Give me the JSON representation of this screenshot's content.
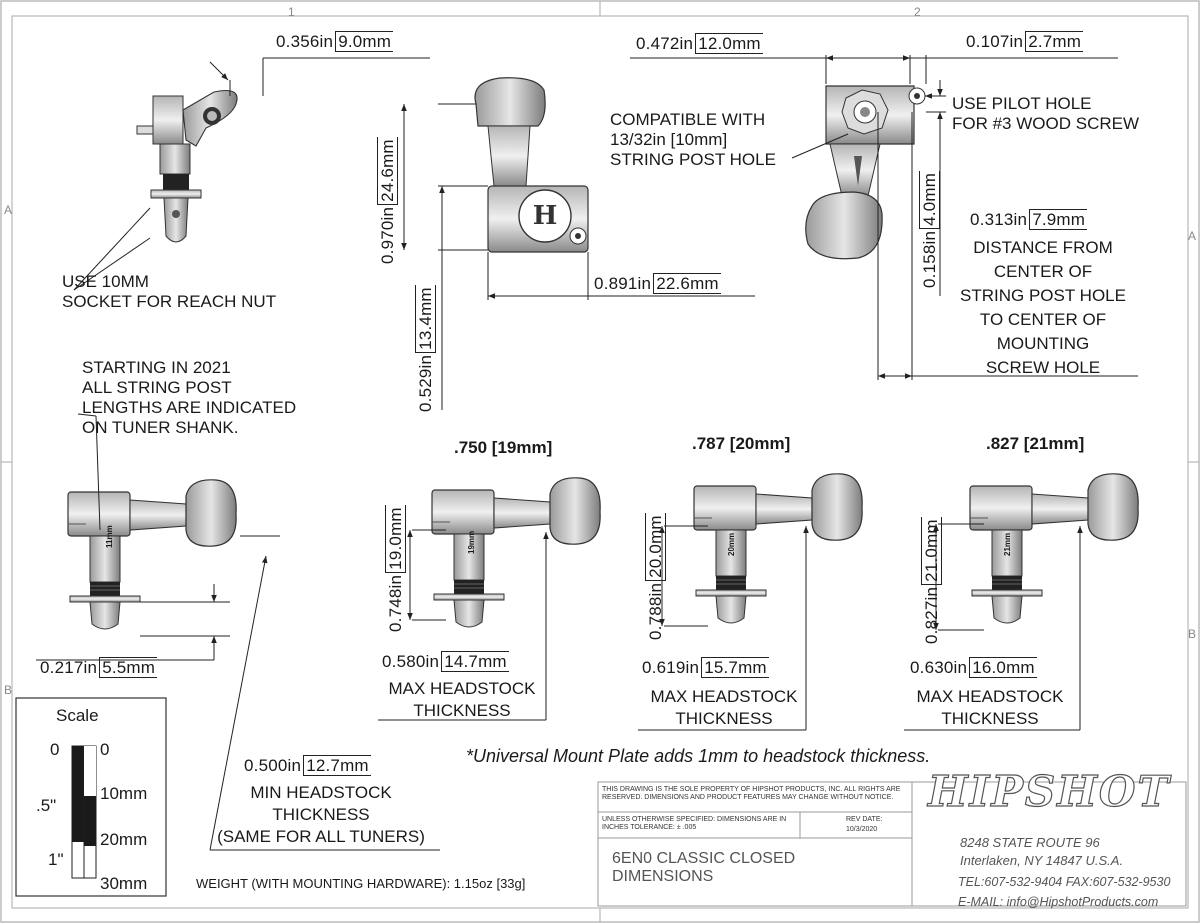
{
  "border_marks": {
    "top": [
      "1",
      "2"
    ],
    "side": [
      "A",
      "B"
    ]
  },
  "top_view": {
    "dim_width": {
      "imperial": "0.356in",
      "metric": "9.0mm"
    },
    "note": [
      "USE 10MM",
      "SOCKET FOR REACH NUT"
    ]
  },
  "side_view": {
    "dim_height": {
      "imperial": "0.970in",
      "metric": "24.6mm"
    },
    "dim_post": {
      "imperial": "0.529in",
      "metric": "13.4mm"
    },
    "dim_length": {
      "imperial": "0.891in",
      "metric": "22.6mm"
    }
  },
  "end_view": {
    "dim_width": {
      "imperial": "0.472in",
      "metric": "12.0mm"
    },
    "dim_pilot": {
      "imperial": "0.107in",
      "metric": "2.7mm"
    },
    "pilot_note": [
      "USE PILOT HOLE",
      "FOR #3 WOOD SCREW"
    ],
    "compat_note": [
      "COMPATIBLE WITH",
      "13/32in [10mm]",
      "STRING POST HOLE"
    ],
    "dim_vertical": {
      "imperial": "0.158in",
      "metric": "4.0mm"
    },
    "dim_distance": {
      "imperial": "0.313in",
      "metric": "7.9mm"
    },
    "distance_note": [
      "DISTANCE FROM",
      "CENTER OF",
      "STRING POST HOLE",
      "TO CENTER OF",
      "MOUNTING",
      "SCREW HOLE"
    ]
  },
  "shank_note": [
    "STARTING IN 2021",
    "ALL STRING POST",
    "LENGTHS ARE INDICATED",
    "ON TUNER SHANK."
  ],
  "first_tuner": {
    "dim_bottom": {
      "imperial": "0.217in",
      "metric": "5.5mm"
    },
    "min_dim": {
      "imperial": "0.500in",
      "metric": "12.7mm"
    },
    "min_note": [
      "MIN HEADSTOCK",
      "THICKNESS",
      "(SAME FOR ALL TUNERS)"
    ],
    "shank_mark": "11mm"
  },
  "tuners": [
    {
      "title": ".750 [19mm]",
      "post": {
        "imperial": "0.748in",
        "metric": "19.0mm"
      },
      "max": {
        "imperial": "0.580in",
        "metric": "14.7mm"
      },
      "label": [
        "MAX HEADSTOCK",
        "THICKNESS"
      ],
      "shank_mark": "19mm"
    },
    {
      "title": ".787 [20mm]",
      "post": {
        "imperial": "0.788in",
        "metric": "20.0mm"
      },
      "max": {
        "imperial": "0.619in",
        "metric": "15.7mm"
      },
      "label": [
        "MAX HEADSTOCK",
        "THICKNESS"
      ],
      "shank_mark": "20mm"
    },
    {
      "title": ".827 [21mm]",
      "post": {
        "imperial": "0.827in",
        "metric": "21.0mm"
      },
      "max": {
        "imperial": "0.630in",
        "metric": "16.0mm"
      },
      "label": [
        "MAX HEADSTOCK",
        "THICKNESS"
      ],
      "shank_mark": "21mm"
    }
  ],
  "plate_note": "*Universal Mount Plate adds 1mm to headstock thickness.",
  "scale": {
    "title": "Scale",
    "left": [
      "0",
      ".5\"",
      "1\""
    ],
    "right": [
      "0",
      "10mm",
      "20mm",
      "30mm"
    ]
  },
  "weight": "WEIGHT (WITH MOUNTING HARDWARE): 1.15oz [33g]",
  "title_block": {
    "property": "THIS DRAWING IS THE SOLE PROPERTY OF HIPSHOT PRODUCTS, INC. ALL RIGHTS ARE RESERVED. DIMENSIONS AND PRODUCT FEATURES MAY CHANGE WITHOUT NOTICE.",
    "tolerance": "UNLESS OTHERWISE SPECIFIED: DIMENSIONS ARE IN INCHES TOLERANCE: ± .005",
    "rev_label": "REV DATE:",
    "rev_date": "10/3/2020",
    "title": [
      "6EN0 CLASSIC CLOSED",
      "DIMENSIONS"
    ],
    "brand": "HIPSHOT",
    "address": [
      "8248 STATE ROUTE 96",
      "Interlaken, NY 14847 U.S.A."
    ],
    "phone": "TEL:607-532-9404 FAX:607-532-9530",
    "email": "E-MAIL: info@HipshotProducts.com"
  }
}
